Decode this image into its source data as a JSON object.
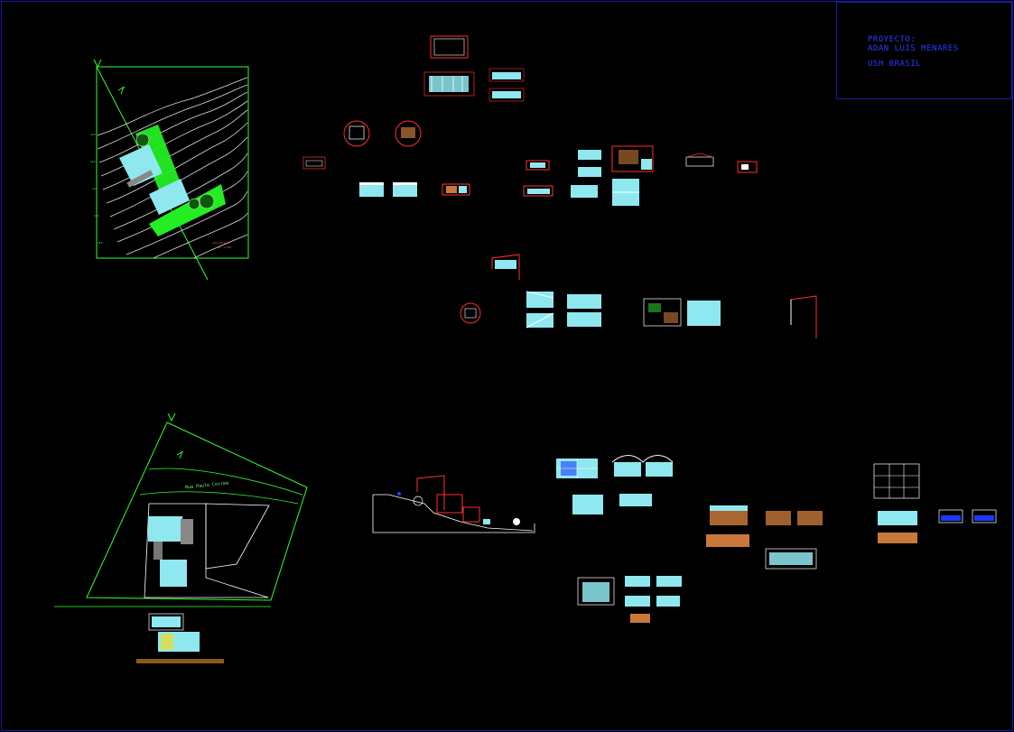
{
  "title_block": {
    "line1": "PROYECTO:",
    "line2": "ADAN LUIS MENARES",
    "line3": "USH BRASIL"
  },
  "site_plan_lower": {
    "street_label": "Rua Paulo Correa"
  },
  "colors": {
    "background": "#000000",
    "frame": "#1a1aa8",
    "title_text": "#2a3cff",
    "site_line": "#33ff33",
    "contour": "#e8e8e8",
    "building_fill": "#8fe8f0",
    "vegetation": "#22ee22",
    "dimension_red": "#ff3030",
    "detail_white": "#ffffff",
    "ground_brown": "#8b5a1a",
    "facade_orange": "#c8783a"
  }
}
